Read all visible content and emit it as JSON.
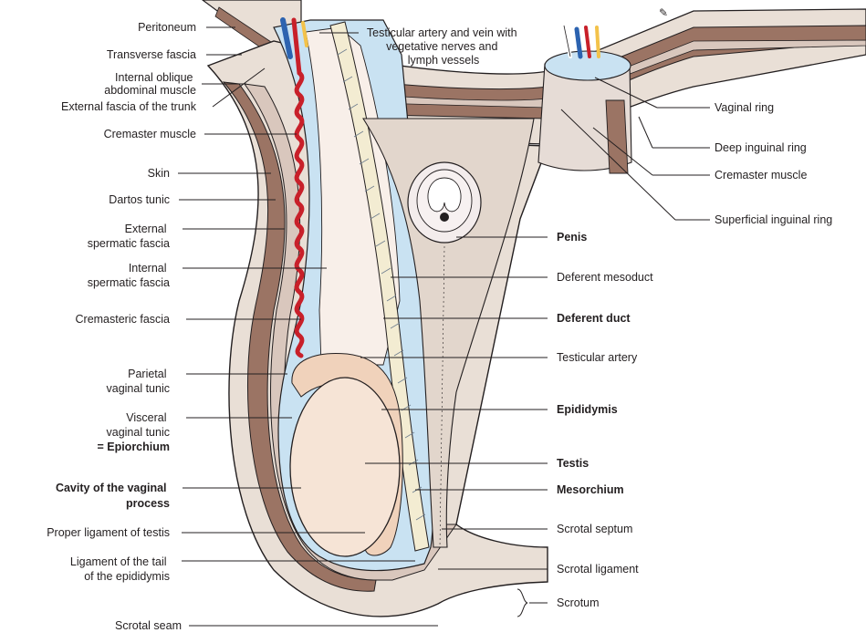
{
  "colors": {
    "skin": "#e9dfd6",
    "muscle": "#9b7464",
    "fascia": "#d9c7bd",
    "cavity": "#c9e2f2",
    "testis": "#f6e4d6",
    "epididymis": "#f0d2bb",
    "artery": "#c8202a",
    "vein": "#2c63b0",
    "duct": "#f3ecd2",
    "outline": "#231f20"
  },
  "labels_left": [
    {
      "id": "peritoneum",
      "lines": [
        "Peritoneum"
      ],
      "bold": false
    },
    {
      "id": "transverse-fascia",
      "lines": [
        "Transverse fascia"
      ],
      "bold": false
    },
    {
      "id": "internal-oblique",
      "lines": [
        "Internal oblique",
        "abdominal muscle"
      ],
      "bold": false
    },
    {
      "id": "external-fascia-trunk",
      "lines": [
        "External fascia of the trunk"
      ],
      "bold": false
    },
    {
      "id": "cremaster-muscle-left",
      "lines": [
        "Cremaster muscle"
      ],
      "bold": false
    },
    {
      "id": "skin",
      "lines": [
        "Skin"
      ],
      "bold": false
    },
    {
      "id": "dartos-tunic",
      "lines": [
        "Dartos tunic"
      ],
      "bold": false
    },
    {
      "id": "external-spermatic-fascia",
      "lines": [
        "External",
        "spermatic fascia"
      ],
      "bold": false
    },
    {
      "id": "internal-spermatic-fascia",
      "lines": [
        "Internal",
        "spermatic fascia"
      ],
      "bold": false
    },
    {
      "id": "cremasteric-fascia",
      "lines": [
        "Cremasteric fascia"
      ],
      "bold": false
    },
    {
      "id": "parietal-vaginal-tunic",
      "lines": [
        "Parietal",
        "vaginal tunic"
      ],
      "bold": false
    },
    {
      "id": "visceral-vaginal-tunic",
      "lines": [
        "Visceral",
        "vaginal tunic"
      ],
      "bold": false
    },
    {
      "id": "epiorchium",
      "lines": [
        "= Epiorchium"
      ],
      "bold": true
    },
    {
      "id": "cavity-vaginal-process",
      "lines": [
        "Cavity of the vaginal",
        "process"
      ],
      "bold": true
    },
    {
      "id": "proper-ligament-testis",
      "lines": [
        "Proper ligament of testis"
      ],
      "bold": false
    },
    {
      "id": "ligament-tail-epididymis",
      "lines": [
        "Ligament of the tail",
        "of the epididymis"
      ],
      "bold": false
    },
    {
      "id": "scrotal-seam",
      "lines": [
        "Scrotal seam"
      ],
      "bold": false
    }
  ],
  "labels_top": [
    {
      "id": "testicular-artery-vein",
      "lines": [
        "Testicular artery and vein with",
        "vegetative nerves and",
        "lymph vessels"
      ],
      "bold": false
    }
  ],
  "labels_right": [
    {
      "id": "vaginal-ring",
      "lines": [
        "Vaginal ring"
      ],
      "bold": false
    },
    {
      "id": "deep-inguinal-ring",
      "lines": [
        "Deep inguinal ring"
      ],
      "bold": false
    },
    {
      "id": "cremaster-muscle-right",
      "lines": [
        "Cremaster muscle"
      ],
      "bold": false
    },
    {
      "id": "superficial-inguinal-ring",
      "lines": [
        "Superficial inguinal ring"
      ],
      "bold": false
    },
    {
      "id": "penis",
      "lines": [
        "Penis"
      ],
      "bold": true
    },
    {
      "id": "deferent-mesoduct",
      "lines": [
        "Deferent mesoduct"
      ],
      "bold": false
    },
    {
      "id": "deferent-duct",
      "lines": [
        "Deferent duct"
      ],
      "bold": true
    },
    {
      "id": "testicular-artery",
      "lines": [
        "Testicular artery"
      ],
      "bold": false
    },
    {
      "id": "epididymis",
      "lines": [
        "Epididymis"
      ],
      "bold": true
    },
    {
      "id": "testis",
      "lines": [
        "Testis"
      ],
      "bold": true
    },
    {
      "id": "mesorchium",
      "lines": [
        "Mesorchium"
      ],
      "bold": true
    },
    {
      "id": "scrotal-septum",
      "lines": [
        "Scrotal septum"
      ],
      "bold": false
    },
    {
      "id": "scrotal-ligament",
      "lines": [
        "Scrotal ligament"
      ],
      "bold": false
    },
    {
      "id": "scrotum",
      "lines": [
        "Scrotum"
      ],
      "bold": false
    }
  ]
}
